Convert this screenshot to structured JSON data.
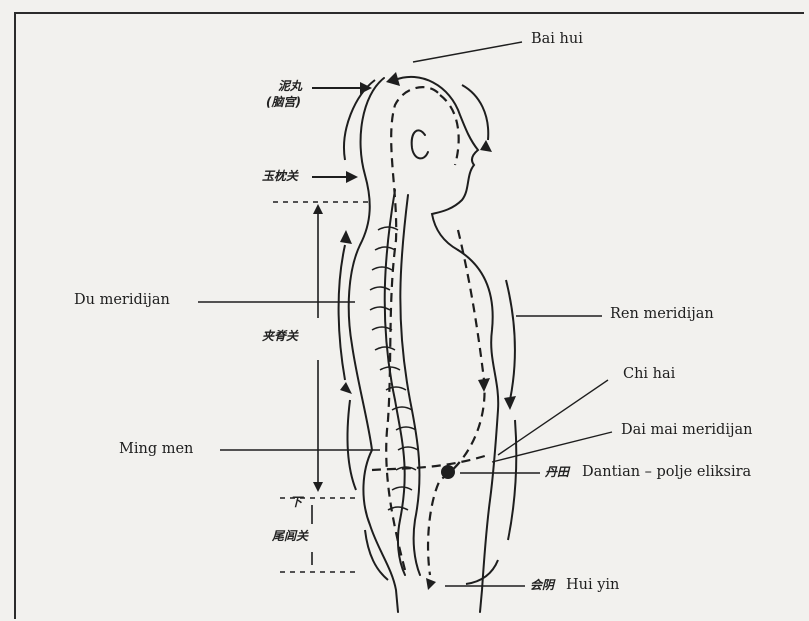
{
  "labels": {
    "bai_hui": "Bai hui",
    "du_meridijan": "Du meridijan",
    "ren_meridijan": "Ren meridijan",
    "chi_hai": "Chi hai",
    "dai_mai_meridijan": "Dai mai meridijan",
    "ming_men": "Ming men",
    "dantian": "Dantian – polje eliksira",
    "hui_yin": "Hui yin"
  },
  "chinese_marks": {
    "niwan": "泥丸",
    "niwan_sub": "(脑宫)",
    "yuzhen": "玉枕关",
    "jiaji": "夹脊关",
    "weilu": "尾闾关",
    "xia": "下",
    "dantian": "丹田",
    "huiyin": "会阴"
  },
  "colors": {
    "ink": "#1e1e1e",
    "paper": "#f2f1ee"
  }
}
